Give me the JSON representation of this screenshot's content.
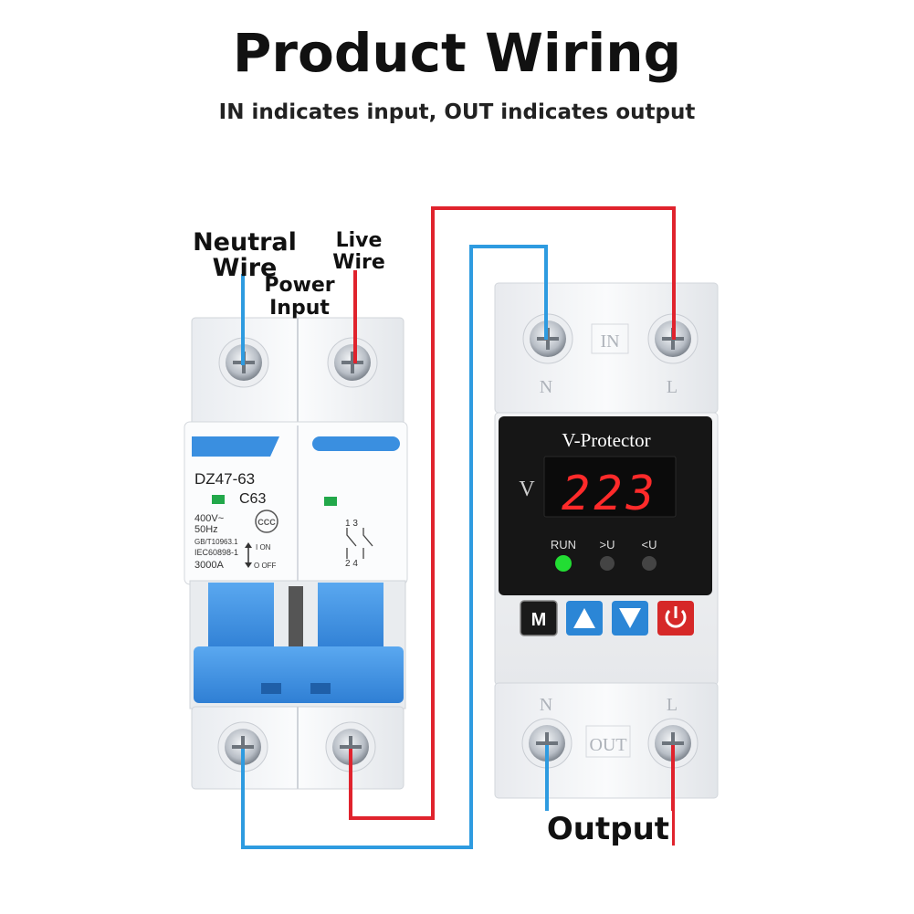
{
  "header": {
    "title": "Product Wiring",
    "subtitle": "IN indicates input, OUT indicates output"
  },
  "labels": {
    "neutral_line1": "Neutral",
    "neutral_line2": "Wire",
    "live_line1": "Live",
    "live_line2": "Wire",
    "power_line1": "Power",
    "power_line2": "Input",
    "output": "Output"
  },
  "breaker": {
    "model": "DZ47-63",
    "rating": "C63",
    "voltage": "400V~",
    "frequency": "50Hz",
    "standard1": "GB/T10963.1",
    "standard2": "IEC60898-1",
    "capacity": "3000A",
    "on_label": "I ON",
    "off_label": "O OFF",
    "terminal_top": "1 3",
    "terminal_bottom": "2 4"
  },
  "protector": {
    "brand": "V-Protector",
    "unit": "V",
    "reading": "223",
    "in_label": "IN",
    "out_label": "OUT",
    "n_label": "N",
    "l_label": "L",
    "indicators": [
      "RUN",
      ">U",
      "<U"
    ],
    "buttons": {
      "menu": "M"
    }
  },
  "colors": {
    "neutral_wire": "#2e9be0",
    "live_wire": "#e0232d",
    "breaker_blue": "#3a8fe0",
    "display_red": "#ff2a2a",
    "run_led": "#22dd33"
  }
}
